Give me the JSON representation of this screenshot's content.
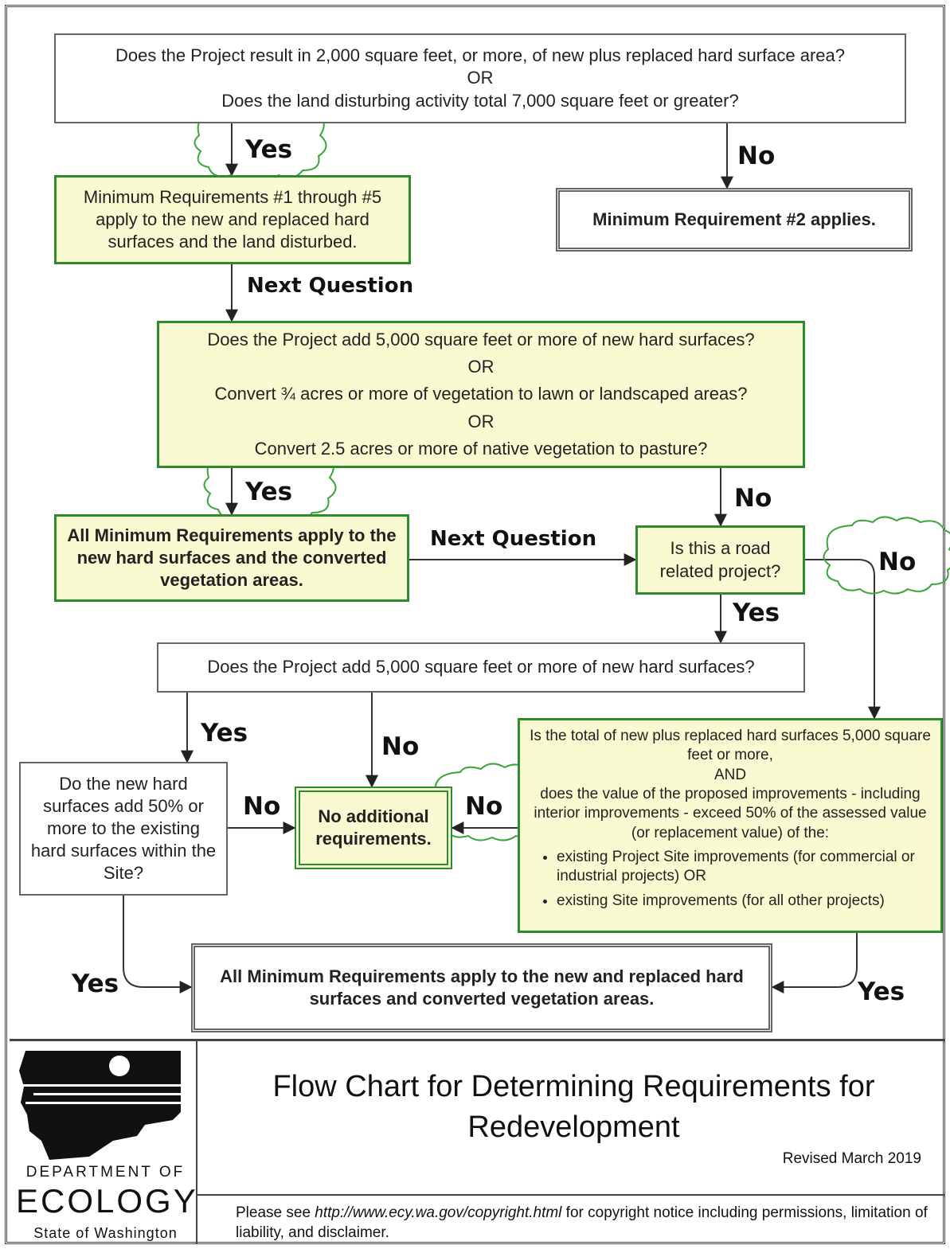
{
  "q1": {
    "line1": "Does the Project result in 2,000 square feet, or more, of new plus replaced hard surface area?",
    "or": "OR",
    "line2": "Does the land disturbing activity total 7,000 square feet or greater?"
  },
  "mr1to5": "Minimum Requirements #1 through #5 apply to the new and replaced hard surfaces and the land disturbed.",
  "mr2": "Minimum Requirement #2 applies.",
  "q2": {
    "line1": "Does the Project add 5,000 square feet or more of new hard surfaces?",
    "or1": "OR",
    "line2": "Convert ¾ acres or more of vegetation to lawn or landscaped areas?",
    "or2": "OR",
    "line3": "Convert 2.5 acres or more of native vegetation to pasture?"
  },
  "all_mr_new": "All Minimum Requirements apply to the new hard surfaces and the converted vegetation areas.",
  "road": "Is this a road related project?",
  "q3": "Does the Project add 5,000 square feet or more of new hard surfaces?",
  "q4": "Do the new hard surfaces add 50% or more to the existing hard surfaces within the Site?",
  "no_additional": "No additional requirements.",
  "q5": {
    "line1": "Is the total of new plus replaced hard surfaces 5,000 square feet or more,",
    "and": "AND",
    "line2": "does the value of the proposed improvements - including interior improvements - exceed 50% of the assessed value (or replacement value) of the:",
    "bullet1": "existing Project Site improvements (for commercial or industrial projects) OR",
    "bullet2": "existing Site improvements (for all other projects)"
  },
  "all_mr_final": "All Minimum Requirements apply to the new and replaced hard surfaces and converted vegetation areas.",
  "labels": {
    "yes": "Yes",
    "no": "No",
    "next_question": "Next Question"
  },
  "footer": {
    "title": "Flow Chart for Determining Requirements for Redevelopment",
    "revised": "Revised March 2019",
    "copyright_pre": "Please see ",
    "copyright_url": "http://www.ecy.wa.gov/copyright.html",
    "copyright_post": " for copyright notice including permissions, limitation of liability, and disclaimer.",
    "logo_line1": "DEPARTMENT OF",
    "logo_line2": "ECOLOGY",
    "logo_line3": "State of Washington"
  },
  "colors": {
    "green_border": "#2e8b2e",
    "box_fill": "#fafad2"
  }
}
